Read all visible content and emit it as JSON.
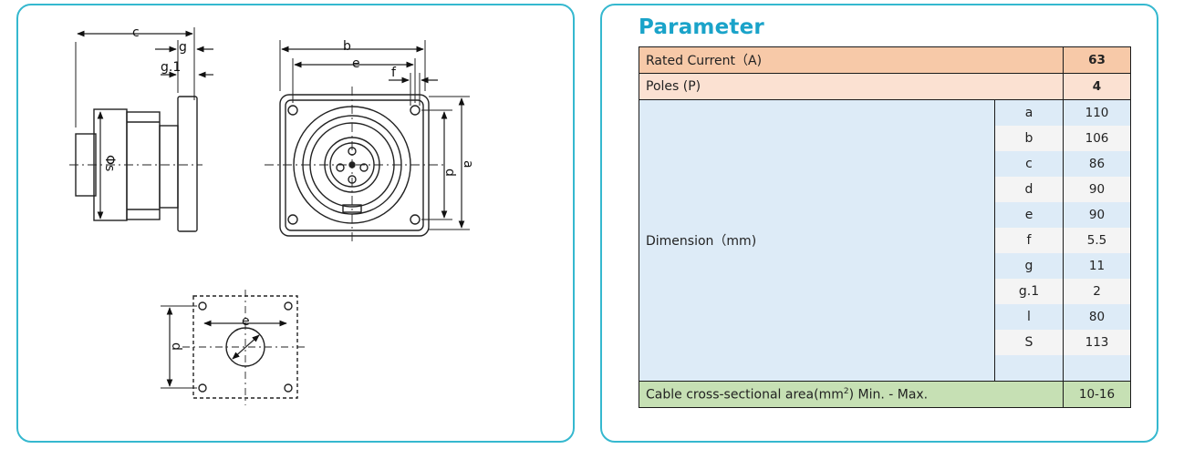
{
  "parameter": {
    "title": "Parameter",
    "rated_current": {
      "label": "Rated Current（A)",
      "value": "63"
    },
    "poles": {
      "label": "Poles (P)",
      "value": "4"
    },
    "dimension": {
      "label": "Dimension（mm)",
      "rows": [
        {
          "key": "a",
          "value": "110"
        },
        {
          "key": "b",
          "value": "106"
        },
        {
          "key": "c",
          "value": "86"
        },
        {
          "key": "d",
          "value": "90"
        },
        {
          "key": "e",
          "value": "90"
        },
        {
          "key": "f",
          "value": "5.5"
        },
        {
          "key": "g",
          "value": "11"
        },
        {
          "key": "g.1",
          "value": "2"
        },
        {
          "key": "l",
          "value": "80"
        },
        {
          "key": "S",
          "value": "113"
        },
        {
          "key": "",
          "value": ""
        }
      ]
    },
    "cable": {
      "label_prefix": "Cable cross-sectional area(mm",
      "label_sup": "2",
      "label_suffix": ") Min. - Max.",
      "value": "10-16"
    }
  },
  "drawing": {
    "labels": {
      "c": "c",
      "g": "g",
      "g1": "g.1",
      "phi_s": "Φs",
      "b": "b",
      "e_front": "e",
      "f": "f",
      "a": "a",
      "d_front": "d",
      "d_bottom": "d",
      "e_bottom": "e"
    }
  }
}
